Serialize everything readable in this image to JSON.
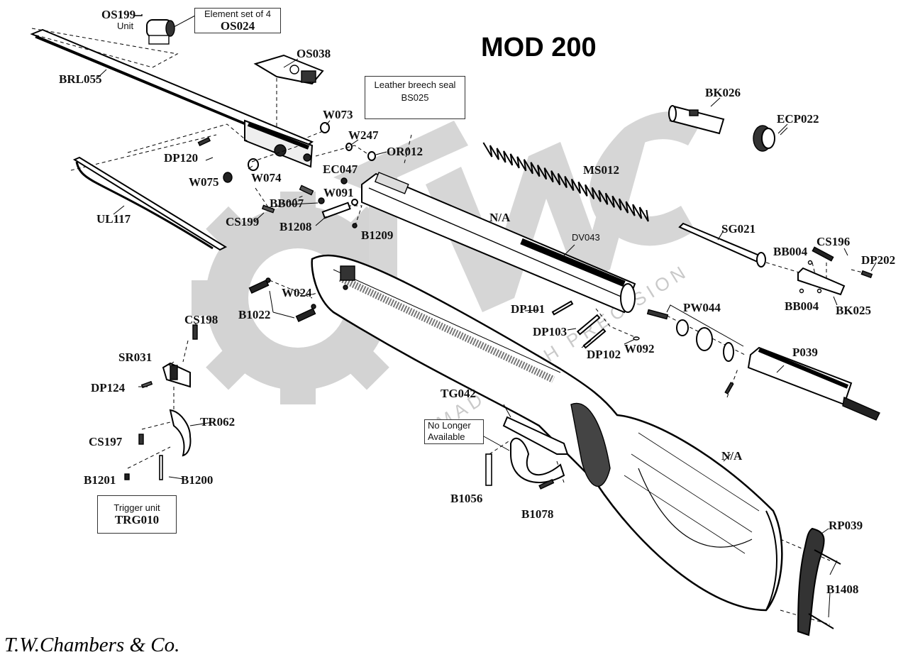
{
  "diagram": {
    "title": "MOD 200",
    "publisher": "T.W.Chambers & Co.",
    "watermark": {
      "letters": "TWC",
      "tagline": "MADE WITH PRECISION",
      "color": "#c9c9c9"
    },
    "boxes": {
      "element_set": {
        "caption": "Element set of 4",
        "code": "OS024"
      },
      "breech_seal": {
        "caption": "Leather breech seal",
        "code": "BS025"
      },
      "trigger_unit": {
        "caption": "Trigger unit",
        "code": "TRG010"
      },
      "no_longer_available": {
        "line1": "No Longer",
        "line2": "Available"
      }
    },
    "sub_labels": {
      "os199_unit": "Unit"
    },
    "parts": {
      "OS199": "OS199",
      "BRL055": "BRL055",
      "OS038": "OS038",
      "W073": "W073",
      "W247": "W247",
      "OR012": "OR012",
      "EC047": "EC047",
      "DP120": "DP120",
      "W075": "W075",
      "W074": "W074",
      "W091": "W091",
      "BB007": "BB007",
      "CS199": "CS199",
      "B1208": "B1208",
      "B1209": "B1209",
      "UL117": "UL117",
      "BK026": "BK026",
      "ECP022": "ECP022",
      "MS012": "MS012",
      "NA_cylinder": "N/A",
      "DV043": "DV043",
      "SG021": "SG021",
      "CS196": "CS196",
      "BB004_top": "BB004",
      "DP202": "DP202",
      "BB004_bottom": "BB004",
      "BK025": "BK025",
      "DP101": "DP101",
      "DP103": "DP103",
      "DP102": "DP102",
      "W092": "W092",
      "PW044": "PW044",
      "P039": "P039",
      "W024": "W024",
      "B1022": "B1022",
      "CS198": "CS198",
      "SR031": "SR031",
      "DP124": "DP124",
      "TR062": "TR062",
      "CS197": "CS197",
      "B1201": "B1201",
      "B1200": "B1200",
      "TG042": "TG042",
      "B1056": "B1056",
      "B1078": "B1078",
      "NA_stock": "N/A",
      "RP039": "RP039",
      "B1408": "B1408"
    }
  }
}
